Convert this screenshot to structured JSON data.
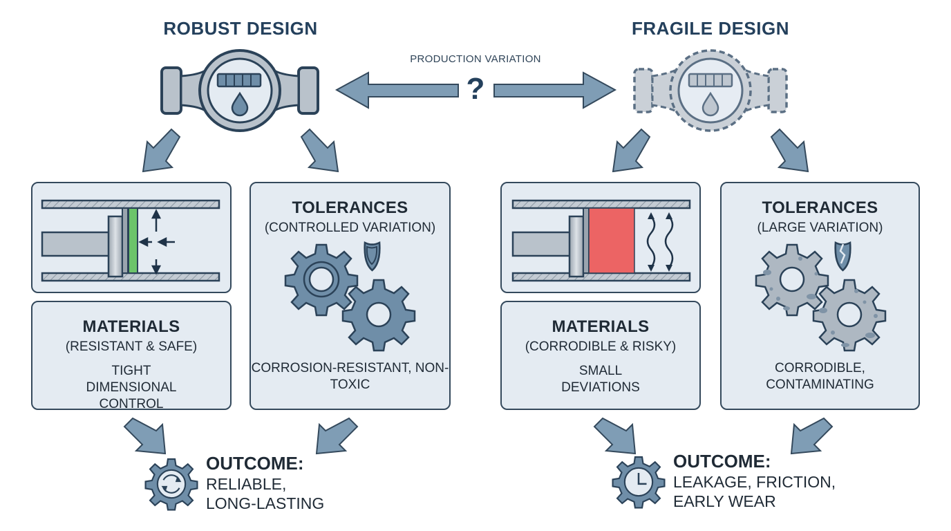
{
  "center": {
    "label": "PRODUCTION VARIATION",
    "question_mark": "?"
  },
  "robust": {
    "title": "ROBUST DESIGN",
    "tolerances": {
      "heading": "TOLERANCES",
      "subheading": "(CONTROLLED VARIATION)",
      "body": "CORROSION-RESISTANT, NON-TOXIC"
    },
    "materials": {
      "heading": "MATERIALS",
      "subheading": "(RESISTANT & SAFE)",
      "body": "TIGHT DIMENSIONAL CONTROL"
    },
    "outcome": {
      "heading": "OUTCOME:",
      "line1": "RELIABLE,",
      "line2": "LONG-LASTING"
    },
    "seal_color": "#6cc46a"
  },
  "fragile": {
    "title": "FRAGILE DESIGN",
    "tolerances": {
      "heading": "TOLERANCES",
      "subheading": "(LARGE VARIATION)",
      "body": "CORRODIBLE, CONTAMINATING"
    },
    "materials": {
      "heading": "MATERIALS",
      "subheading": "(CORRODIBLE & RISKY)",
      "body": "SMALL DEVIATIONS"
    },
    "outcome": {
      "heading": "OUTCOME:",
      "line1": "LEAKAGE, FRICTION,",
      "line2": "EARLY WEAR"
    },
    "seal_color": "#ec6464"
  },
  "icons": {
    "meter_robust": "water-meter-icon",
    "meter_fragile": "water-meter-dashed-icon",
    "gears_clean": "gears-icon",
    "gears_corroded": "corroded-gears-icon",
    "shield": "shield-icon",
    "shield_broken": "broken-shield-icon",
    "outcome_robust": "gear-refresh-icon",
    "outcome_fragile": "gear-clock-icon"
  },
  "colors": {
    "title": "#24405c",
    "stroke": "#34495c",
    "arrow_fill": "#7f9db5",
    "panel_bg": "#e4ebf2",
    "gear_fill": "#6f8ea8",
    "metal": "#b9c2cb"
  }
}
